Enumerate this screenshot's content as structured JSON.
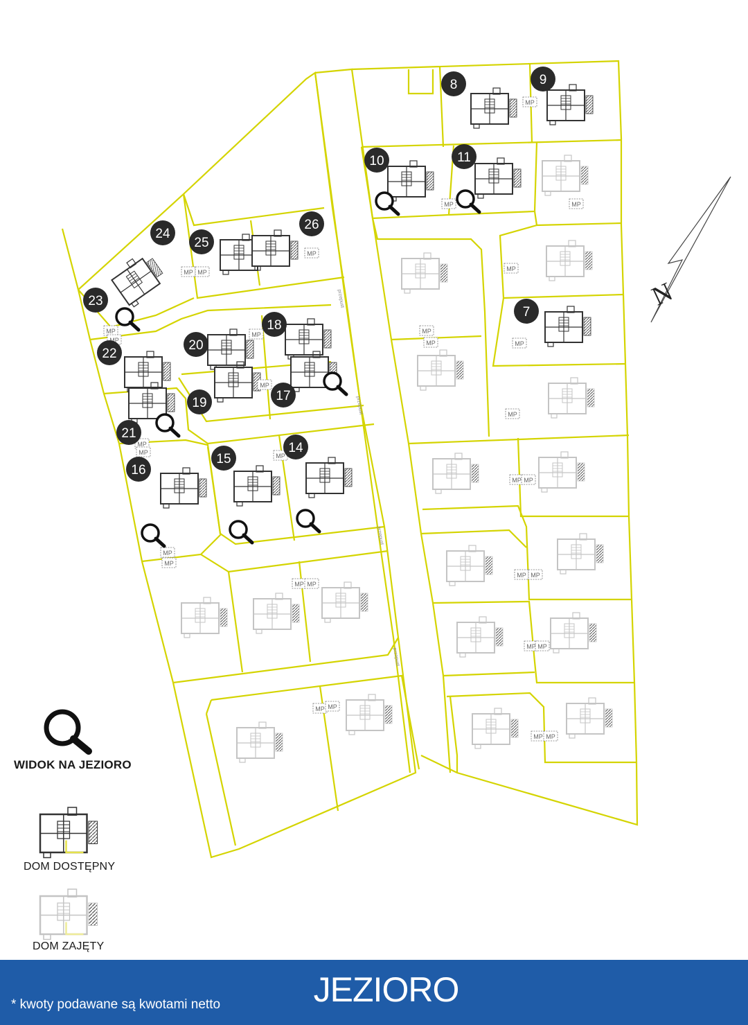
{
  "map": {
    "north_label": "N",
    "lot_numbers": [
      "7",
      "8",
      "9",
      "10",
      "11",
      "14",
      "15",
      "16",
      "17",
      "18",
      "19",
      "20",
      "21",
      "22",
      "23",
      "24",
      "25",
      "26"
    ],
    "lake_view_lots": [
      "10",
      "11",
      "14",
      "15",
      "16",
      "17",
      "21",
      "23"
    ],
    "parking_label": "MP",
    "road_label": "przepust",
    "colors": {
      "lot_line": "#d4d400",
      "available": "#333333",
      "taken": "#c4c4c4",
      "badge": "#2a2a2a"
    }
  },
  "legend": {
    "lake_view_icon": "magnifier-icon",
    "lake_view_label": "WIDOK NA JEZIORO",
    "available_label": "DOM DOSTĘPNY",
    "taken_label": "DOM ZAJĘTY"
  },
  "footer": {
    "title": "JEZIORO",
    "note": "* kwoty podawane są kwotami netto",
    "background": "#1f5ca8"
  }
}
